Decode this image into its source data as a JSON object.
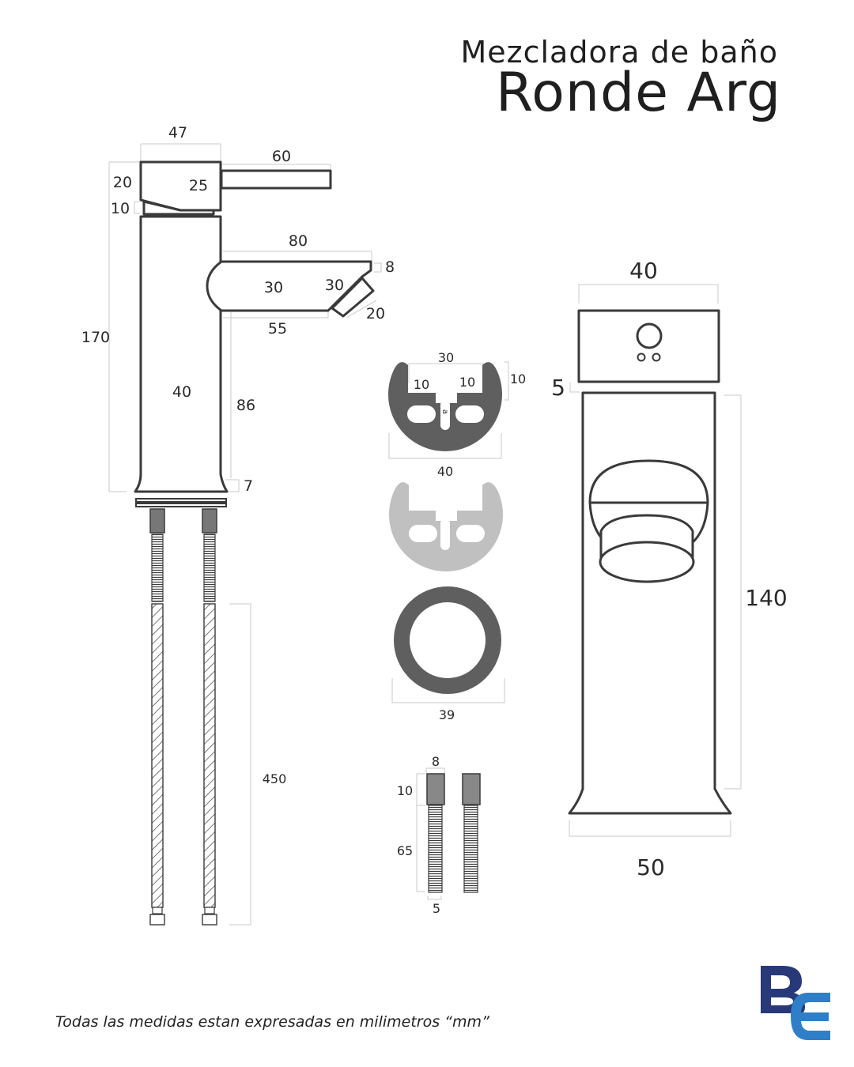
{
  "title": {
    "subtitle": "Mezcladora de baño",
    "main": "Ronde Arg"
  },
  "footer_note": "Todas las medidas estan expresadas en milimetros “mm”",
  "dimensions": {
    "side": {
      "top_width": "47",
      "handle_length": "60",
      "cap_height": "20",
      "handle_offset": "25",
      "collar_height": "10",
      "total_height": "170",
      "spout_length": "80",
      "spout_tip": "8",
      "spout_height": "30",
      "spout_angle": "30",
      "outlet": "20",
      "spout_base": "55",
      "body_width": "40",
      "base_height": "86",
      "foot_height": "7",
      "hose_length": "450"
    },
    "clamp": {
      "width_top": "30",
      "slot_left": "10",
      "slot_right": "10",
      "slot_height": "10",
      "outer_width": "40"
    },
    "ring": {
      "outer_width": "39"
    },
    "stud": {
      "width": "8",
      "nut_height": "10",
      "thread_length": "65",
      "diameter": "5"
    },
    "front": {
      "top_width": "40",
      "gap": "5",
      "body_height": "140",
      "base_width": "50"
    }
  },
  "icons": {
    "brand_logo": "be-logo",
    "clamp_marking": "a"
  },
  "colors": {
    "outline": "#3a3a3a",
    "dimension_line": "#c8c8c8",
    "part_dark": "#5f5f5f",
    "part_light": "#c0c0c0",
    "logo_navy": "#28397a",
    "logo_blue": "#2f7fc8"
  }
}
